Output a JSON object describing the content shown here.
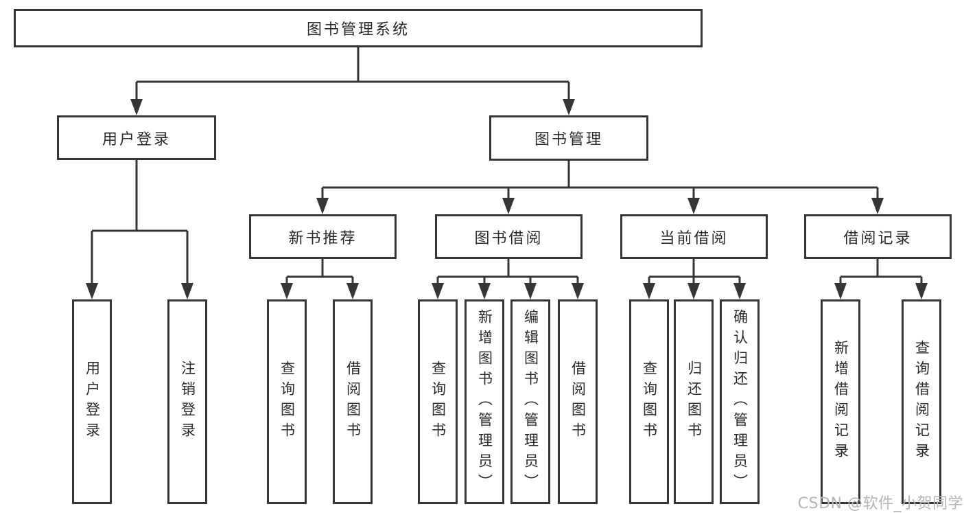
{
  "tree": {
    "label": "图书管理系统",
    "children": [
      {
        "label": "用户登录",
        "children": [
          {
            "label": "用户登录"
          },
          {
            "label": "注销登录"
          }
        ]
      },
      {
        "label": "图书管理",
        "children": [
          {
            "label": "新书推荐",
            "children": [
              {
                "label": "查询图书"
              },
              {
                "label": "借阅图书"
              }
            ]
          },
          {
            "label": "图书借阅",
            "children": [
              {
                "label": "查询图书"
              },
              {
                "label": "新增图书（管理员）"
              },
              {
                "label": "编辑图书（管理员）"
              },
              {
                "label": "借阅图书"
              }
            ]
          },
          {
            "label": "当前借阅",
            "children": [
              {
                "label": "查询图书"
              },
              {
                "label": "归还图书"
              },
              {
                "label": "确认归还（管理员）"
              }
            ]
          },
          {
            "label": "借阅记录",
            "children": [
              {
                "label": "新增借阅记录"
              },
              {
                "label": "查询借阅记录"
              }
            ]
          }
        ]
      }
    ]
  },
  "watermark": {
    "text": "CSDN @软件_小贺同学"
  },
  "colors": {
    "line": "#353535",
    "box_border": "#353535",
    "text": "#2a2a2a",
    "watermark": "#b7b4b4",
    "background": "#ffffff"
  }
}
